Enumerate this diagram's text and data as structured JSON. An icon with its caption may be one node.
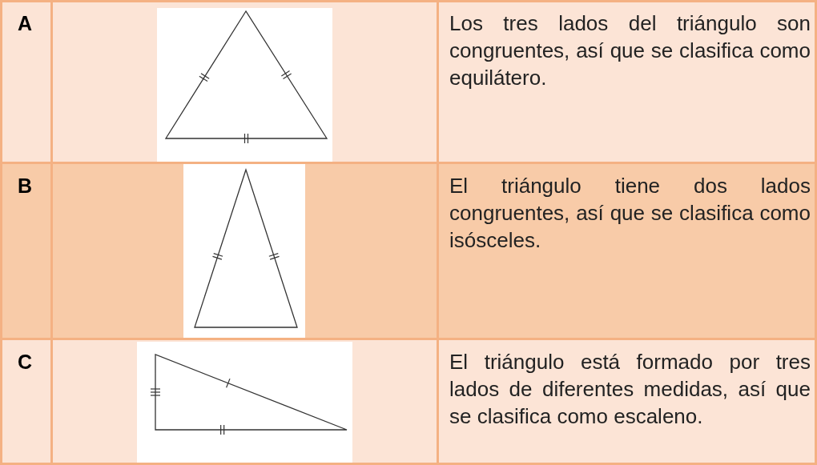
{
  "diagram": {
    "labels": [
      "A",
      "Los tres lados del triángulo son congruentes, así que se clasifica como equilátero.",
      "B",
      "El triángulo tiene dos lados congruentes, así que se clasifica como isósceles.",
      "C",
      "El triángulo está formado por tres lados de diferentes medidas, así que se clasifica como escaleno."
    ]
  }
}
